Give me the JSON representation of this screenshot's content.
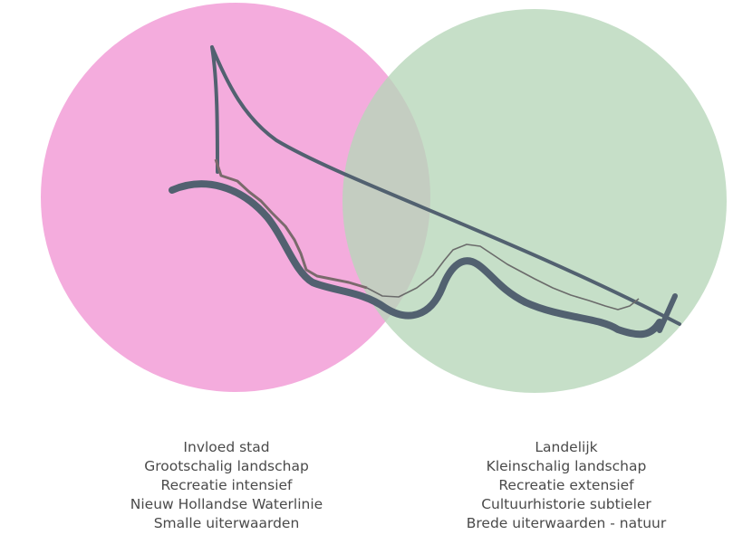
{
  "captions": {
    "left": [
      "Invloed stad",
      "Grootschalig landschap",
      "Recreatie intensief",
      "Nieuw Hollandse Waterlinie",
      "Smalle uiterwaarden"
    ],
    "right": [
      "Landelijk",
      "Kleinschalig landschap",
      "Recreatie extensief",
      "Cultuurhistorie subtieler",
      "Brede uiterwaarden - natuur"
    ]
  },
  "colors": {
    "left_circle": "#f2a0d8",
    "right_circle": "#c2dcc4",
    "river": "#526170",
    "boundary": "#526170",
    "dike": "#7a6a6c",
    "text": "#4a4a4a"
  }
}
